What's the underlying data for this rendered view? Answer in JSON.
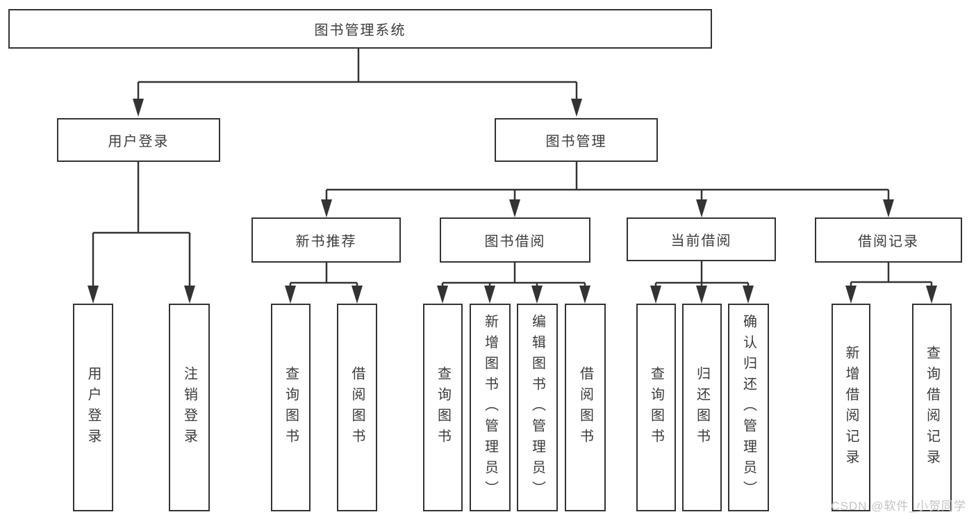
{
  "diagram": {
    "root": {
      "label": "图书管理系统",
      "children": [
        {
          "label": "用户登录",
          "children": [
            {
              "label": "用户登录"
            },
            {
              "label": "注销登录"
            }
          ]
        },
        {
          "label": "图书管理",
          "children": [
            {
              "label": "新书推荐",
              "children": [
                {
                  "label": "查询图书"
                },
                {
                  "label": "借阅图书"
                }
              ]
            },
            {
              "label": "图书借阅",
              "children": [
                {
                  "label": "查询图书"
                },
                {
                  "label": "新增图书（管理员）"
                },
                {
                  "label": "编辑图书（管理员）"
                },
                {
                  "label": "借阅图书"
                }
              ]
            },
            {
              "label": "当前借阅",
              "children": [
                {
                  "label": "查询图书"
                },
                {
                  "label": "归还图书"
                },
                {
                  "label": "确认归还（管理员）"
                }
              ]
            },
            {
              "label": "借阅记录",
              "children": [
                {
                  "label": "新增借阅记录"
                },
                {
                  "label": "查询借阅记录"
                }
              ]
            }
          ]
        }
      ]
    }
  },
  "watermark": {
    "text": "CSDN @软件_小贺同学"
  },
  "colors": {
    "line": "#333333",
    "box_border": "#333333",
    "text": "#3b3b3b",
    "watermark": "#c3c3c3",
    "background": "#ffffff"
  }
}
